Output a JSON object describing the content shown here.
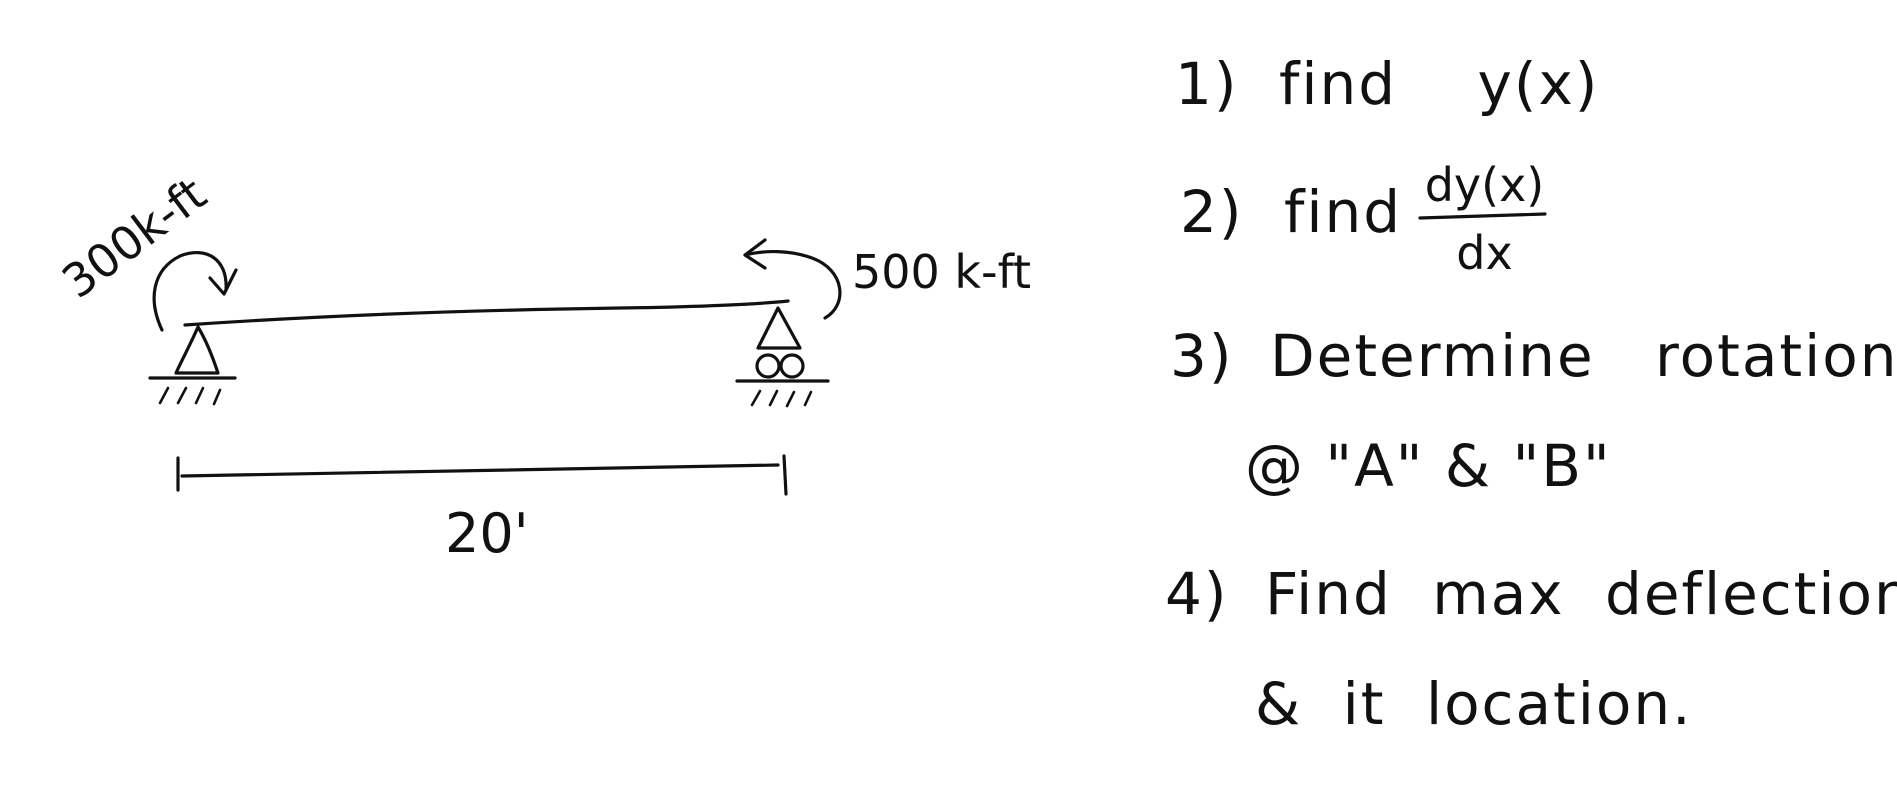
{
  "beam": {
    "left_moment_label": "300k-ft",
    "right_moment_label": "500 k-ft",
    "span_label": "20'"
  },
  "questions": [
    {
      "number": "1)",
      "text": "find",
      "expr": "y(x)"
    },
    {
      "number": "2)",
      "text": "find",
      "numerator": "dy(x)",
      "denominator": "dx"
    },
    {
      "number": "3)",
      "line1": "Determine rotation",
      "line2": "@ \"A\" & \"B\""
    },
    {
      "number": "4)",
      "line1": "Find max deflection",
      "line2": "& it location."
    }
  ]
}
